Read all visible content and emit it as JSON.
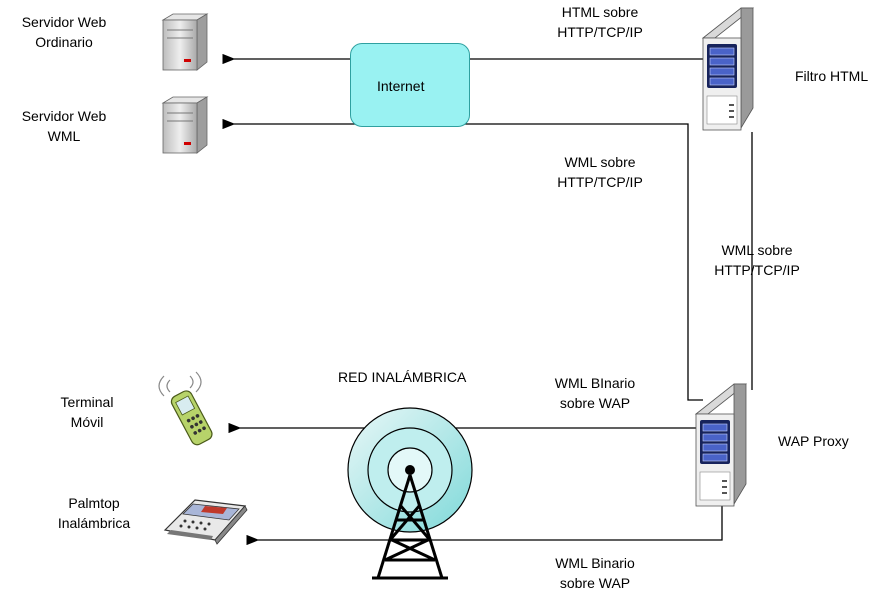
{
  "nodes": {
    "web_server_ordinary": "Servidor Web\nOrdinario",
    "web_server_wml": "Servidor Web\nWML",
    "internet": "Internet",
    "html_filter": "Filtro HTML",
    "wap_proxy": "WAP Proxy",
    "mobile_terminal": "Terminal\nMóvil",
    "palmtop": "Palmtop\nInalámbrica",
    "wireless_network": "RED INALÁMBRICA"
  },
  "edges": {
    "html_over_http": "HTML sobre\nHTTP/TCP/IP",
    "wml_over_http_top": "WML sobre\nHTTP/TCP/IP",
    "wml_over_http_right": "WML sobre\nHTTP/TCP/IP",
    "wml_binary_terminal": "WML BInario\nsobre WAP",
    "wml_binary_palmtop": "WML Binario\nsobre WAP"
  },
  "colors": {
    "internet_fill": "#99f2f2",
    "line": "#000000",
    "server_body": "#d8d8d8",
    "server_dark": "#1a2a6c"
  },
  "icons": [
    "server-icon",
    "server-icon",
    "html-filter-server-icon",
    "wap-proxy-server-icon",
    "mobile-phone-icon",
    "palmtop-icon",
    "radio-tower-icon"
  ]
}
